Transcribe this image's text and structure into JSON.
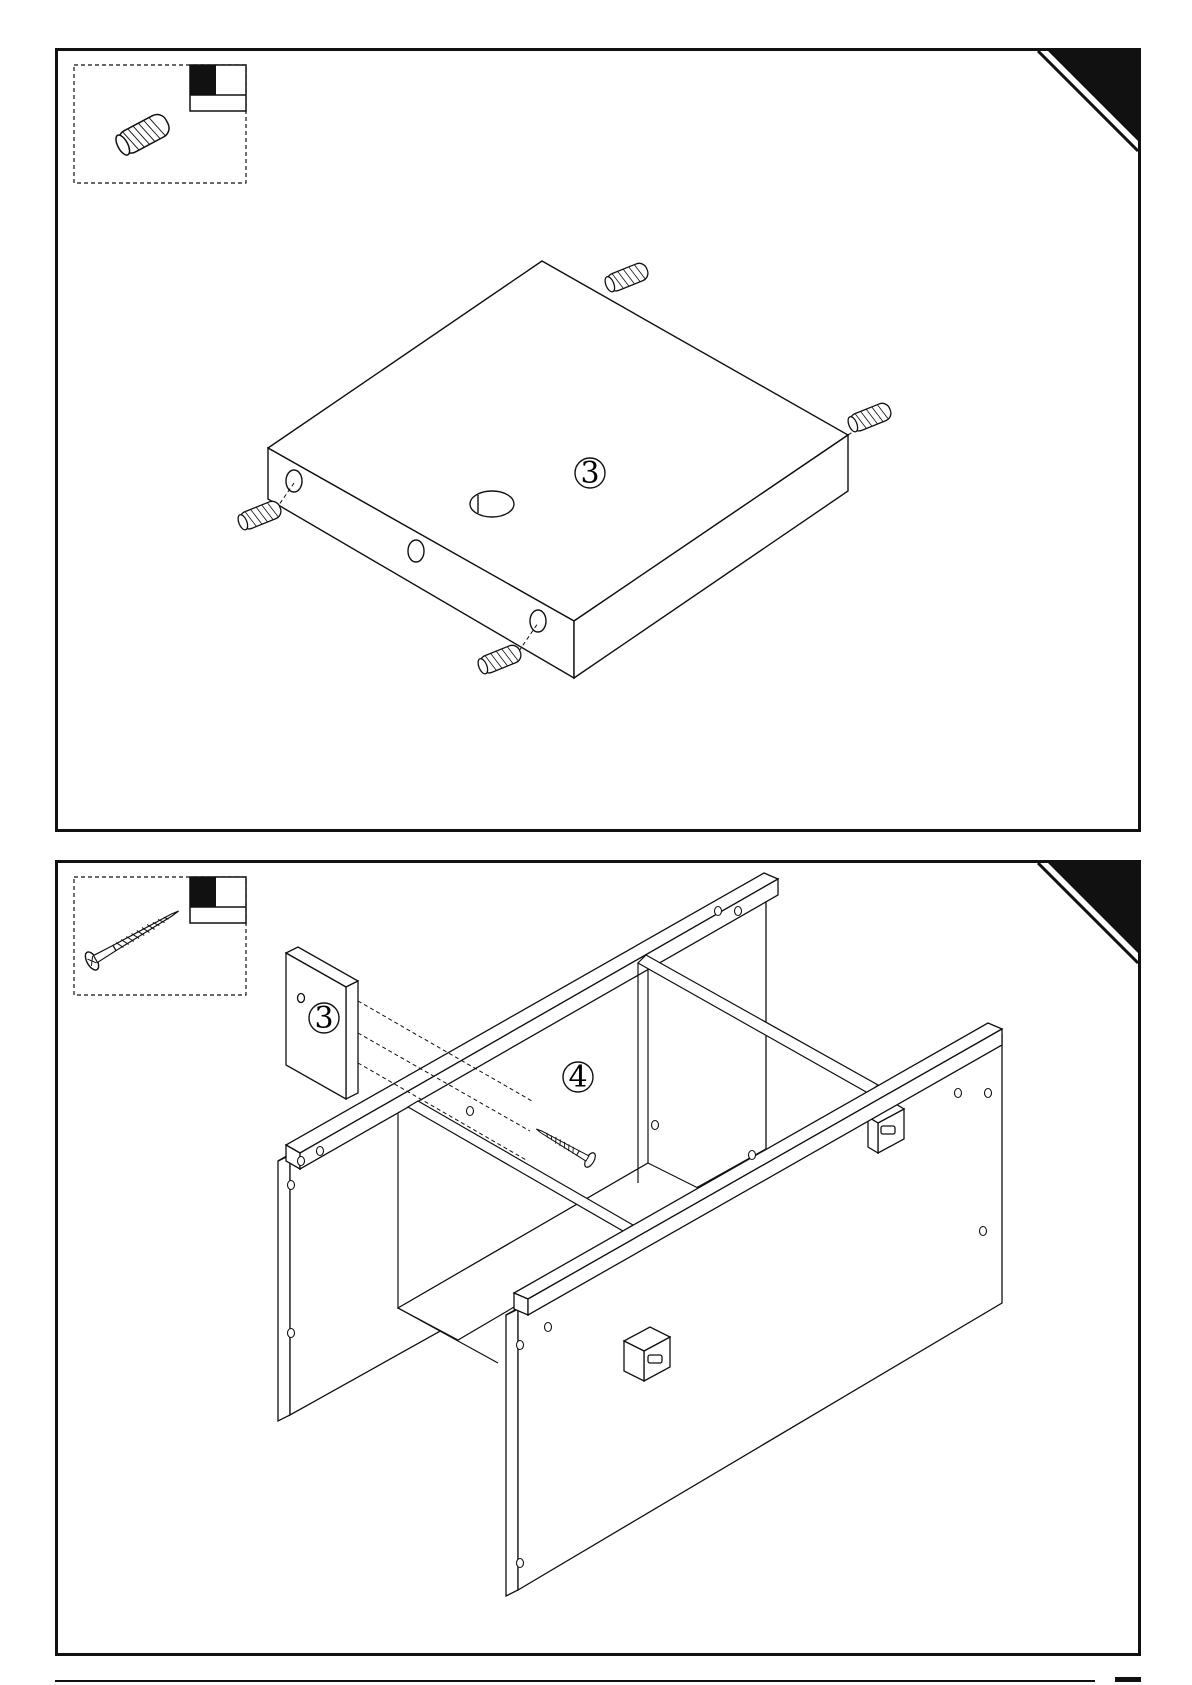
{
  "steps": [
    {
      "hardware": {
        "icon": "wood-dowel-icon",
        "quantity": ""
      },
      "part_labels": [
        "3"
      ]
    },
    {
      "hardware": {
        "icon": "wood-screw-icon",
        "quantity": ""
      },
      "part_labels": [
        "3",
        "4"
      ]
    }
  ],
  "colors": {
    "line": "#111111",
    "paper": "#ffffff"
  }
}
